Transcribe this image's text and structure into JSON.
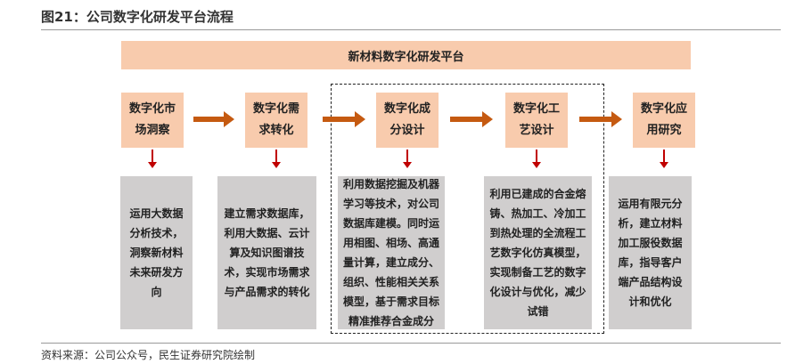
{
  "title": "图21：公司数字化研发平台流程",
  "banner": "新材料数字化研发平台",
  "steps": [
    {
      "label": "数字化市场洞察",
      "desc": "运用大数据分析技术，洞察新材料未来研发方向"
    },
    {
      "label": "数字化需求转化",
      "desc": "建立需求数据库，利用大数据、云计算及知识图谱技术，实现市场需求与产品需求的转化"
    },
    {
      "label": "数字化成分设计",
      "desc": "利用数据挖掘及机器学习等技术，对公司数据库建模。同时运用相图、相场、高通量计算，建立成分、组织、性能相关关系模型，基于需求目标精准推荐合金成分"
    },
    {
      "label": "数字化工艺设计",
      "desc": "利用已建成的合金熔铸、热加工、冷加工到热处理的全流程工艺数字化仿真模型，实现制备工艺的数字化设计与优化，减少试错"
    },
    {
      "label": "数字化应用研究",
      "desc": "运用有限元分析，建立材料加工服役数据库，指导客户端产品结构设计和优化"
    }
  ],
  "source": "资料来源：公司公众号，民生证券研究院绘制",
  "colors": {
    "step": "#f8cbad",
    "arrow": "#c55a11",
    "desc": "#d0cece",
    "down": "#c00000"
  }
}
